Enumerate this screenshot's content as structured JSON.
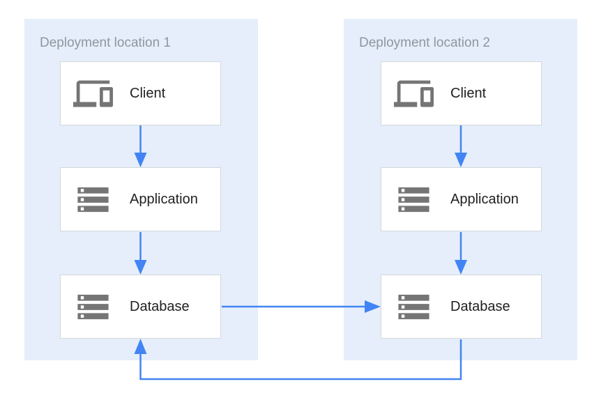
{
  "diagram": {
    "groups": [
      {
        "id": "deployment-location-1",
        "title": "Deployment location 1",
        "nodes": [
          {
            "id": "client-1",
            "label": "Client",
            "icon": "devices-icon"
          },
          {
            "id": "application-1",
            "label": "Application",
            "icon": "storage-icon"
          },
          {
            "id": "database-1",
            "label": "Database",
            "icon": "storage-icon"
          }
        ]
      },
      {
        "id": "deployment-location-2",
        "title": "Deployment location 2",
        "nodes": [
          {
            "id": "client-2",
            "label": "Client",
            "icon": "devices-icon"
          },
          {
            "id": "application-2",
            "label": "Application",
            "icon": "storage-icon"
          },
          {
            "id": "database-2",
            "label": "Database",
            "icon": "storage-icon"
          }
        ]
      }
    ],
    "edges": [
      {
        "from": "client-1",
        "to": "application-1",
        "direction": "down"
      },
      {
        "from": "application-1",
        "to": "database-1",
        "direction": "down"
      },
      {
        "from": "client-2",
        "to": "application-2",
        "direction": "down"
      },
      {
        "from": "application-2",
        "to": "database-2",
        "direction": "down"
      },
      {
        "from": "database-1",
        "to": "database-2",
        "direction": "right"
      },
      {
        "from": "database-2",
        "to": "database-1",
        "direction": "bottom-loop-up"
      }
    ],
    "colors": {
      "arrow_blue": "#4284f4",
      "group_background": "#e5eefa",
      "node_background": "#ffffff",
      "node_border": "#d5d7da",
      "icon_gray": "#757575",
      "label_text": "#212121",
      "group_title_text": "#8f979e"
    }
  }
}
